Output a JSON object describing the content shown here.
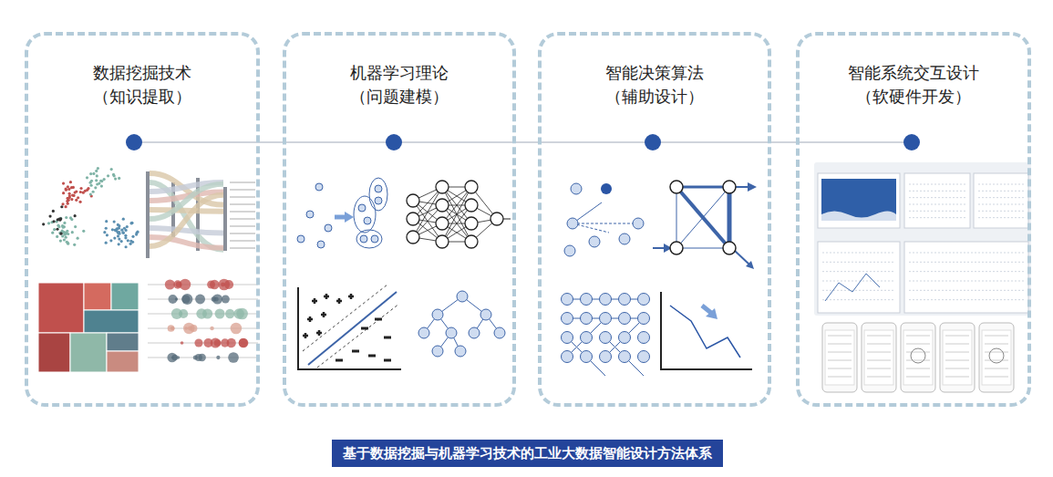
{
  "diagram": {
    "caption": "基于数据挖掘与机器学习技术的工业大数据智能设计方法体系",
    "nodes": [
      {
        "text": [
          "数据挖掘技术",
          "（知识提取）"
        ]
      },
      {
        "text": [
          "机器学习理论",
          "（问题建模）"
        ]
      },
      {
        "text": [
          "智能决策算法",
          "（辅助设计）"
        ]
      },
      {
        "text": [
          "智能系统交互设计",
          "（软硬件开发）"
        ]
      }
    ]
  }
}
